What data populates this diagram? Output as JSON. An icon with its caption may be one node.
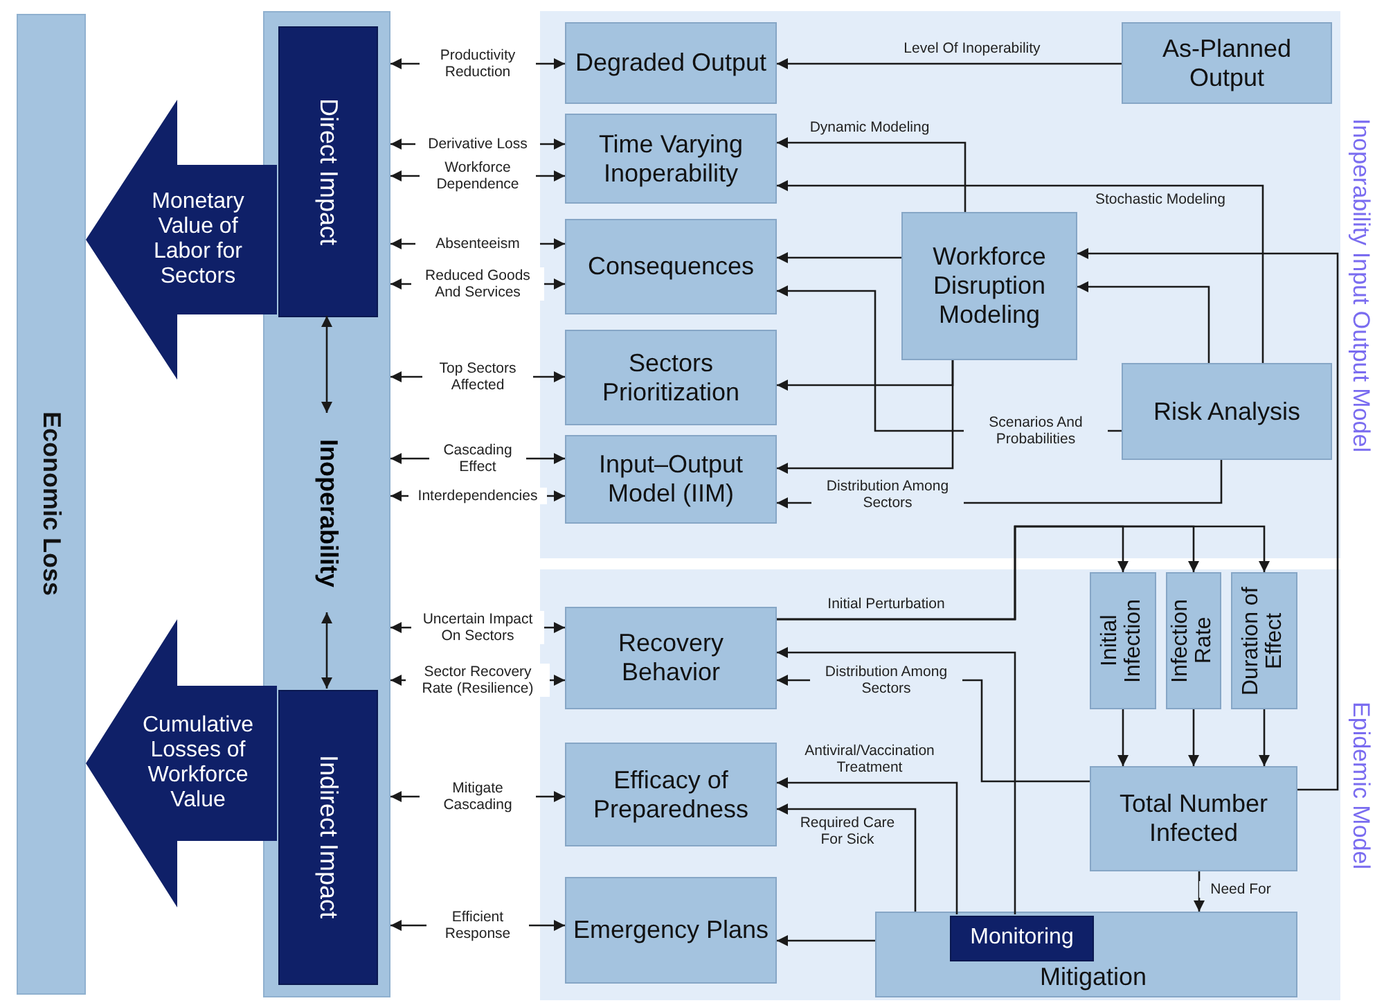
{
  "diagram": {
    "nodes": [
      {
        "text": [
          "Economic Loss"
        ]
      },
      {
        "text": [],
        "shape": "box"
      },
      {
        "text": [
          "Direct Impact"
        ],
        "in": 1
      },
      {
        "text": [
          "Inoperability"
        ],
        "in": 1
      },
      {
        "text": [
          "Indirect Impact"
        ],
        "in": 1
      },
      {
        "text": [
          "Inoperability Input Output Model"
        ]
      },
      {
        "text": [
          "Degraded Output"
        ],
        "in": 5
      },
      {
        "text": [
          "As-Planned Output"
        ],
        "in": 5
      },
      {
        "text": [
          "Time Varying Inoperability"
        ],
        "in": 5
      },
      {
        "text": [
          "Consequences"
        ],
        "in": 5
      },
      {
        "text": [
          "Workforce Disruption Modeling"
        ],
        "in": 5
      },
      {
        "text": [
          "Sectors Prioritization"
        ],
        "in": 5
      },
      {
        "text": [
          "Risk Analysis"
        ],
        "in": 5
      },
      {
        "text": [
          "Input–Output Model (IIM)"
        ],
        "in": 5
      },
      {
        "text": [
          "Epidemic Model"
        ]
      },
      {
        "text": [
          "Recovery Behavior"
        ],
        "in": 14
      },
      {
        "text": [
          "Initial Infection"
        ],
        "in": 14
      },
      {
        "text": [
          "Infection Rate"
        ],
        "in": 14
      },
      {
        "text": [
          "Duration of Effect"
        ],
        "in": 14
      },
      {
        "text": [
          "Efficacy of Preparedness"
        ],
        "in": 14
      },
      {
        "text": [
          "Total Number Infected"
        ],
        "in": 14
      },
      {
        "text": [
          "Emergency Plans"
        ],
        "in": 14
      },
      {
        "text": [
          "Mitigation"
        ],
        "in": 14
      },
      {
        "text": [
          "Monitoring"
        ],
        "in": 22
      }
    ],
    "edges": [
      {
        "from": 2,
        "to": 3,
        "arrow": "both"
      },
      {
        "from": 3,
        "to": 4,
        "arrow": "both"
      },
      {
        "from": 1,
        "to": 6,
        "arrow": "both",
        "label": "Productivity Reduction"
      },
      {
        "from": 1,
        "to": 8,
        "arrow": "both",
        "label": "Derivative Loss"
      },
      {
        "from": 1,
        "to": 8,
        "arrow": "both",
        "label": "Workforce Dependence"
      },
      {
        "from": 1,
        "to": 9,
        "arrow": "both",
        "label": "Absenteeism"
      },
      {
        "from": 1,
        "to": 9,
        "arrow": "both",
        "label": "Reduced Goods And Services"
      },
      {
        "from": 1,
        "to": 11,
        "arrow": "both",
        "label": "Top Sectors Affected"
      },
      {
        "from": 1,
        "to": 13,
        "arrow": "both",
        "label": "Cascading Effect"
      },
      {
        "from": 1,
        "to": 13,
        "arrow": "both",
        "label": "Interdependencies"
      },
      {
        "from": 1,
        "to": 15,
        "arrow": "both",
        "label": "Uncertain Impact On Sectors"
      },
      {
        "from": 1,
        "to": 15,
        "arrow": "both",
        "label": "Sector Recovery Rate (Resilience)"
      },
      {
        "from": 1,
        "to": 19,
        "arrow": "both",
        "label": "Mitigate Cascading"
      },
      {
        "from": 1,
        "to": 21,
        "arrow": "both",
        "label": "Efficient Response"
      },
      {
        "from": 7,
        "to": 6,
        "arrow": "to",
        "label": "Level Of Inoperability"
      },
      {
        "from": 10,
        "to": 8,
        "arrow": "to",
        "label": "Dynamic Modeling"
      },
      {
        "from": 12,
        "to": 8,
        "arrow": "to",
        "label": "Stochastic Modeling"
      },
      {
        "from": 10,
        "to": 9,
        "arrow": "to"
      },
      {
        "from": 12,
        "to": 9,
        "arrow": "to",
        "label": "Scenarios And Probabilities"
      },
      {
        "from": 12,
        "to": 10,
        "arrow": "to"
      },
      {
        "from": 20,
        "to": 10,
        "arrow": "to"
      },
      {
        "from": 10,
        "to": 11,
        "arrow": "to"
      },
      {
        "from": 10,
        "to": 13,
        "arrow": "to"
      },
      {
        "from": 12,
        "to": 13,
        "arrow": "to",
        "label": "Distribution Among Sectors"
      },
      {
        "from": 15,
        "to": 16,
        "arrow": "to",
        "label": "Initial Perturbation"
      },
      {
        "from": 15,
        "to": 17,
        "arrow": "to"
      },
      {
        "from": 15,
        "to": 18,
        "arrow": "to"
      },
      {
        "from": 16,
        "to": 20,
        "arrow": "to"
      },
      {
        "from": 17,
        "to": 20,
        "arrow": "to"
      },
      {
        "from": 18,
        "to": 20,
        "arrow": "to"
      },
      {
        "from": 23,
        "to": 15,
        "arrow": "to"
      },
      {
        "from": 20,
        "to": 15,
        "arrow": "to",
        "label": "Distribution Among Sectors"
      },
      {
        "from": 23,
        "to": 19,
        "arrow": "to",
        "label": "Antiviral/Vaccination Treatment"
      },
      {
        "from": 22,
        "to": 19,
        "arrow": "to",
        "label": "Required Care For Sick"
      },
      {
        "from": 20,
        "to": 22,
        "arrow": "to",
        "label": "Need For"
      },
      {
        "from": 22,
        "to": 21,
        "arrow": "to"
      },
      {
        "from": 2,
        "to": 0,
        "arrow": "to",
        "label": "Monetary Value of Labor for Sectors",
        "style": "thick",
        "color": "#0f2068"
      },
      {
        "from": 4,
        "to": 0,
        "arrow": "to",
        "label": "Cumulative Losses of Workforce Value",
        "style": "thick",
        "color": "#0f2068"
      }
    ]
  }
}
